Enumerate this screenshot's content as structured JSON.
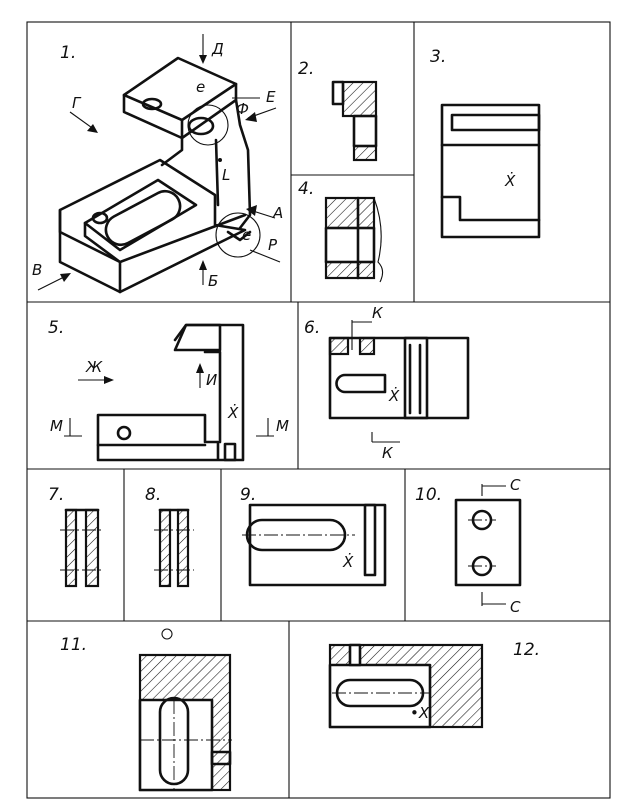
{
  "panels": [
    {
      "number": "1.",
      "letters": {
        "D": "Д",
        "E": "Е",
        "G": "Г",
        "A": "А",
        "B": "Б",
        "V": "В",
        "P": "Р",
        "F": "Ф",
        "e1": "е",
        "L": "L",
        "e2": "е"
      }
    },
    {
      "number": "2."
    },
    {
      "number": "3.",
      "letters": {
        "X": "Ẋ"
      }
    },
    {
      "number": "4."
    },
    {
      "number": "5.",
      "letters": {
        "Zh": "Ж",
        "I": "И",
        "M1": "М",
        "M2": "М",
        "X": "Ẋ"
      }
    },
    {
      "number": "6.",
      "letters": {
        "K1": "К",
        "K2": "К",
        "X": "Ẋ"
      }
    },
    {
      "number": "7."
    },
    {
      "number": "8."
    },
    {
      "number": "9.",
      "letters": {
        "X": "Ẋ"
      }
    },
    {
      "number": "10.",
      "letters": {
        "C1": "С",
        "C2": "С"
      }
    },
    {
      "number": "11."
    },
    {
      "number": "12.",
      "letters": {
        "X": "•Х"
      }
    }
  ]
}
